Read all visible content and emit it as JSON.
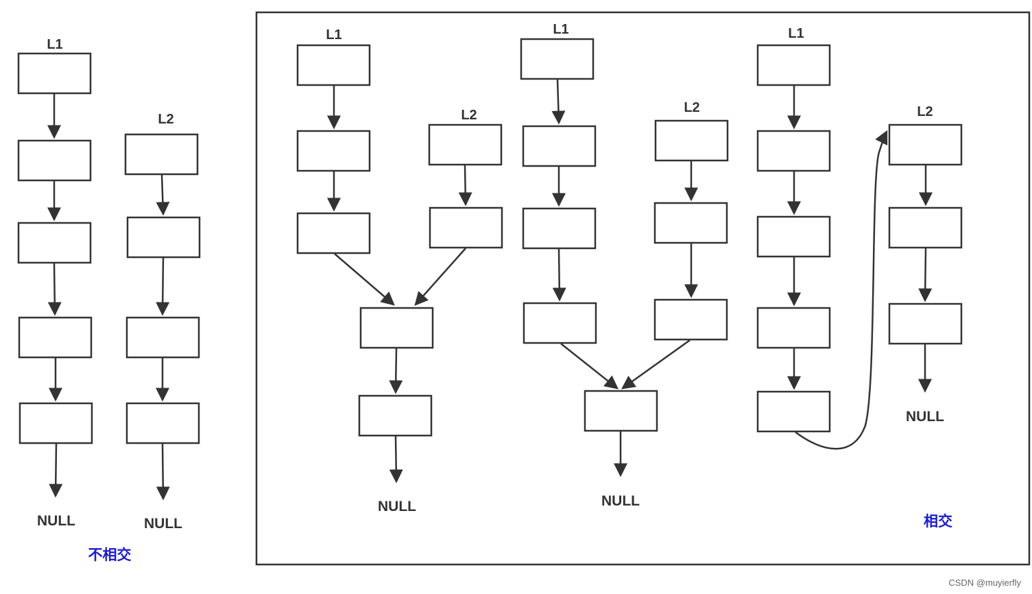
{
  "list_labels": {
    "l1": "L1",
    "l2": "L2"
  },
  "null_label": "NULL",
  "captions": {
    "not_intersect": "不相交",
    "intersect": "相交"
  },
  "watermark": "CSDN @muyierfly",
  "colors": {
    "stroke": "#333333",
    "caption": "#1a1ad6",
    "background": "#ffffff"
  }
}
